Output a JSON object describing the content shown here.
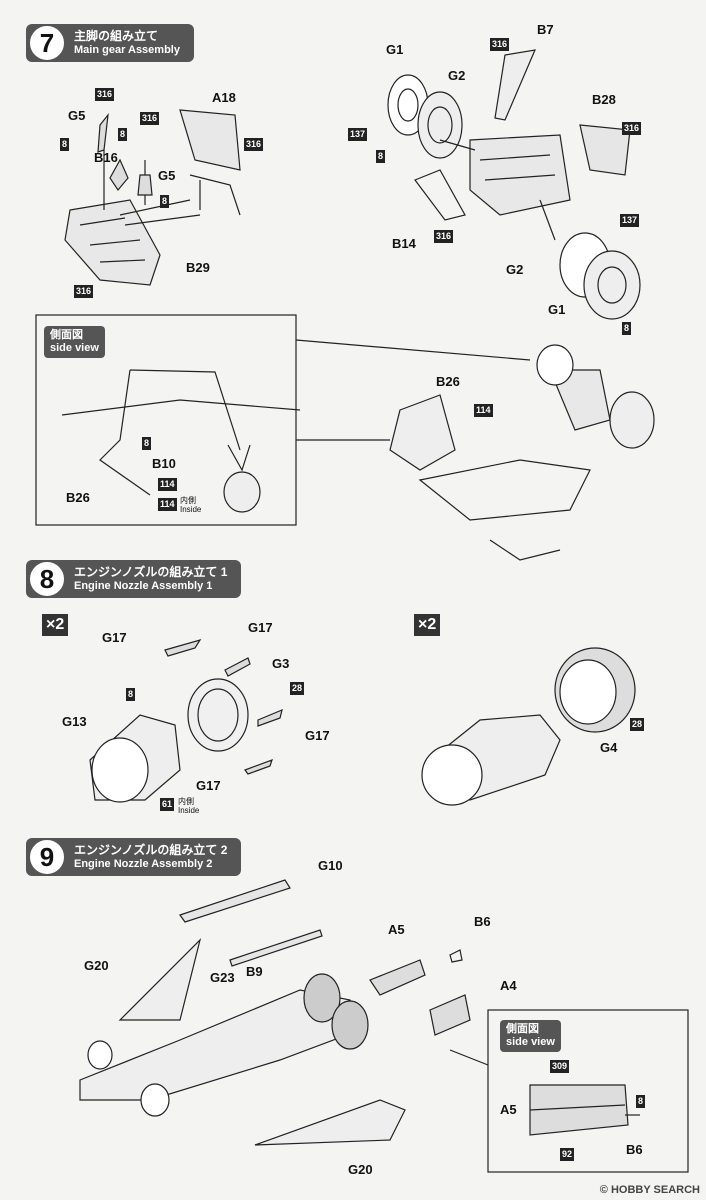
{
  "step7": {
    "num": "7",
    "jp": "主脚の組み立て",
    "en": "Main gear Assembly"
  },
  "step8": {
    "num": "8",
    "jp": "エンジンノズルの組み立て 1",
    "en": "Engine Nozzle Assembly 1"
  },
  "step9": {
    "num": "9",
    "jp": "エンジンノズルの組み立て 2",
    "en": "Engine Nozzle Assembly 2"
  },
  "sideview": {
    "jp": "側面図",
    "en": "side view"
  },
  "inside": {
    "jp": "内側",
    "en": "Inside"
  },
  "times2": "×2",
  "watermark": "© HOBBY SEARCH",
  "parts7": {
    "G5a": "G5",
    "B16": "B16",
    "G5b": "G5",
    "A18": "A18",
    "B29": "B29",
    "G1a": "G1",
    "G2a": "G2",
    "B7": "B7",
    "B28": "B28",
    "B14": "B14",
    "G2b": "G2",
    "G1b": "G1",
    "B26a": "B26",
    "B10": "B10",
    "B26b": "B26"
  },
  "parts8": {
    "G17a": "G17",
    "G17b": "G17",
    "G3": "G3",
    "G13": "G13",
    "G17c": "G17",
    "G17d": "G17",
    "G4": "G4"
  },
  "parts9": {
    "G10": "G10",
    "B6": "B6",
    "A5": "A5",
    "A4": "A4",
    "G20a": "G20",
    "G23": "G23",
    "B9": "B9",
    "G20b": "G20",
    "A5b": "A5",
    "B6b": "B6"
  },
  "codes": {
    "c316": "316",
    "c8": "8",
    "c137": "137",
    "c114": "114",
    "c28": "28",
    "c61": "61",
    "c309": "309",
    "c92": "92"
  }
}
